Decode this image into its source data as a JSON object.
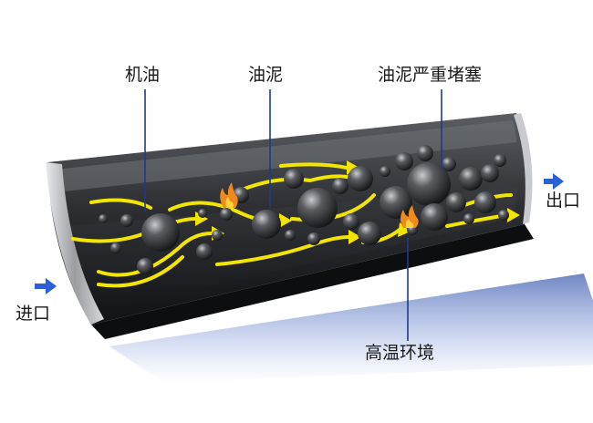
{
  "labels": {
    "oil": "机油",
    "sludge": "油泥",
    "clog": "油泥严重堵塞",
    "heat": "高温环境",
    "inlet": "进口",
    "outlet": "出口"
  },
  "colors": {
    "pipe_outer": "#4a4d52",
    "pipe_inner": "#1e1f22",
    "flow_arrow": "#f2e600",
    "direction_arrow": "#2a5fd6",
    "leader_line": "#1f3b8a",
    "sludge_ball": "#3a3c40",
    "flame": "#f08a1c",
    "shadow": "#1c3fa0"
  },
  "icons": [
    "flame-icon",
    "inlet-arrow-icon",
    "outlet-arrow-icon"
  ]
}
